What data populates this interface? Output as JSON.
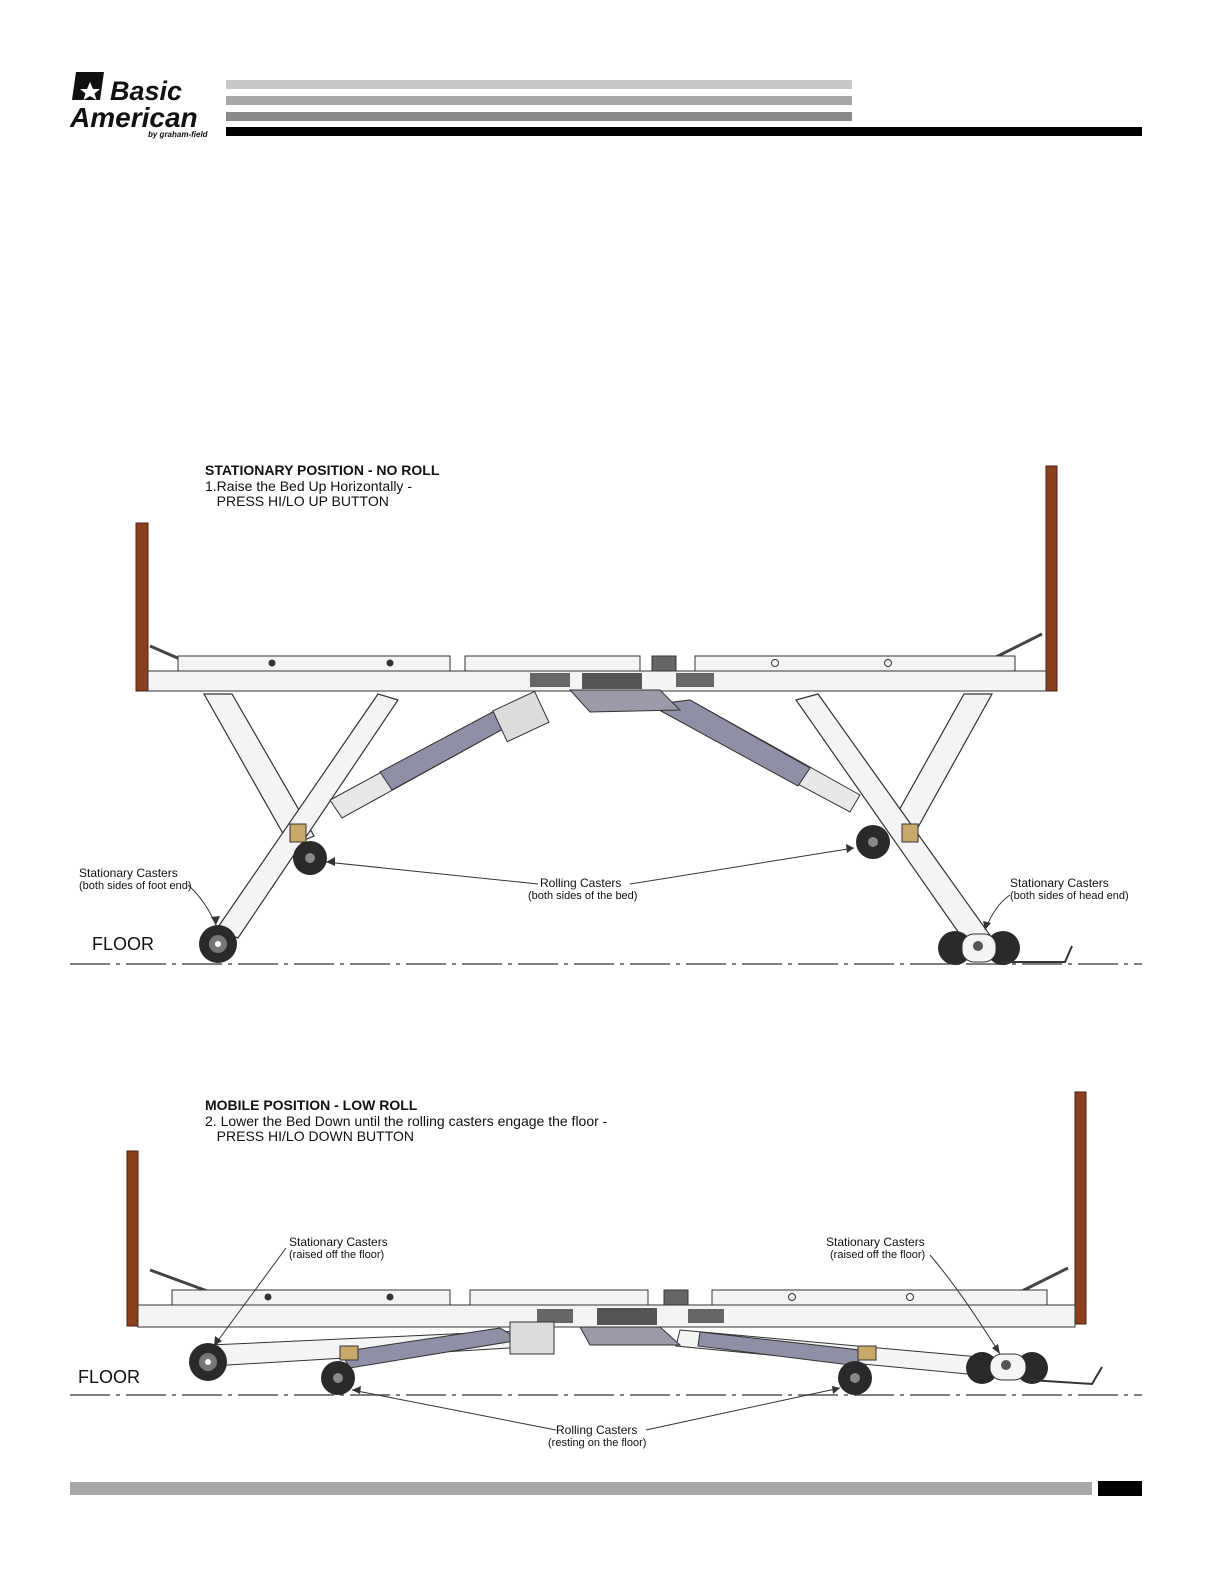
{
  "brand": {
    "line1": "Basic",
    "line2": "American",
    "tagline": "by graham-field"
  },
  "colors": {
    "headboard": "#8a3f1f",
    "frame_fill": "#f4f4f4",
    "frame_stroke": "#333333",
    "actuator": "#8f8fa6",
    "caster": "#2a2a2a",
    "brass": "#c9a96a"
  },
  "stationary": {
    "title": "STATIONARY POSITION - NO ROLL",
    "step_line1": "1.Raise the Bed Up Horizontally -",
    "step_line2": "   PRESS HI/LO UP BUTTON",
    "label_stationary_foot": "Stationary Casters",
    "label_stationary_foot_sub": "(both sides of foot end)",
    "label_rolling": "Rolling Casters",
    "label_rolling_sub": "(both sides of the bed)",
    "label_stationary_head": "Stationary Casters",
    "label_stationary_head_sub": "(both sides of head end)",
    "floor": "FLOOR"
  },
  "mobile": {
    "title": "MOBILE POSITION - LOW ROLL",
    "step_line1": "2. Lower the Bed Down until the rolling casters engage the floor -",
    "step_line2": "   PRESS HI/LO DOWN BUTTON",
    "label_stationary_left": "Stationary Casters",
    "label_stationary_left_sub": "(raised off the floor)",
    "label_stationary_right": "Stationary Casters",
    "label_stationary_right_sub": "(raised off the floor)",
    "label_rolling": "Rolling Casters",
    "label_rolling_sub": "(resting on the floor)",
    "floor": "FLOOR"
  }
}
